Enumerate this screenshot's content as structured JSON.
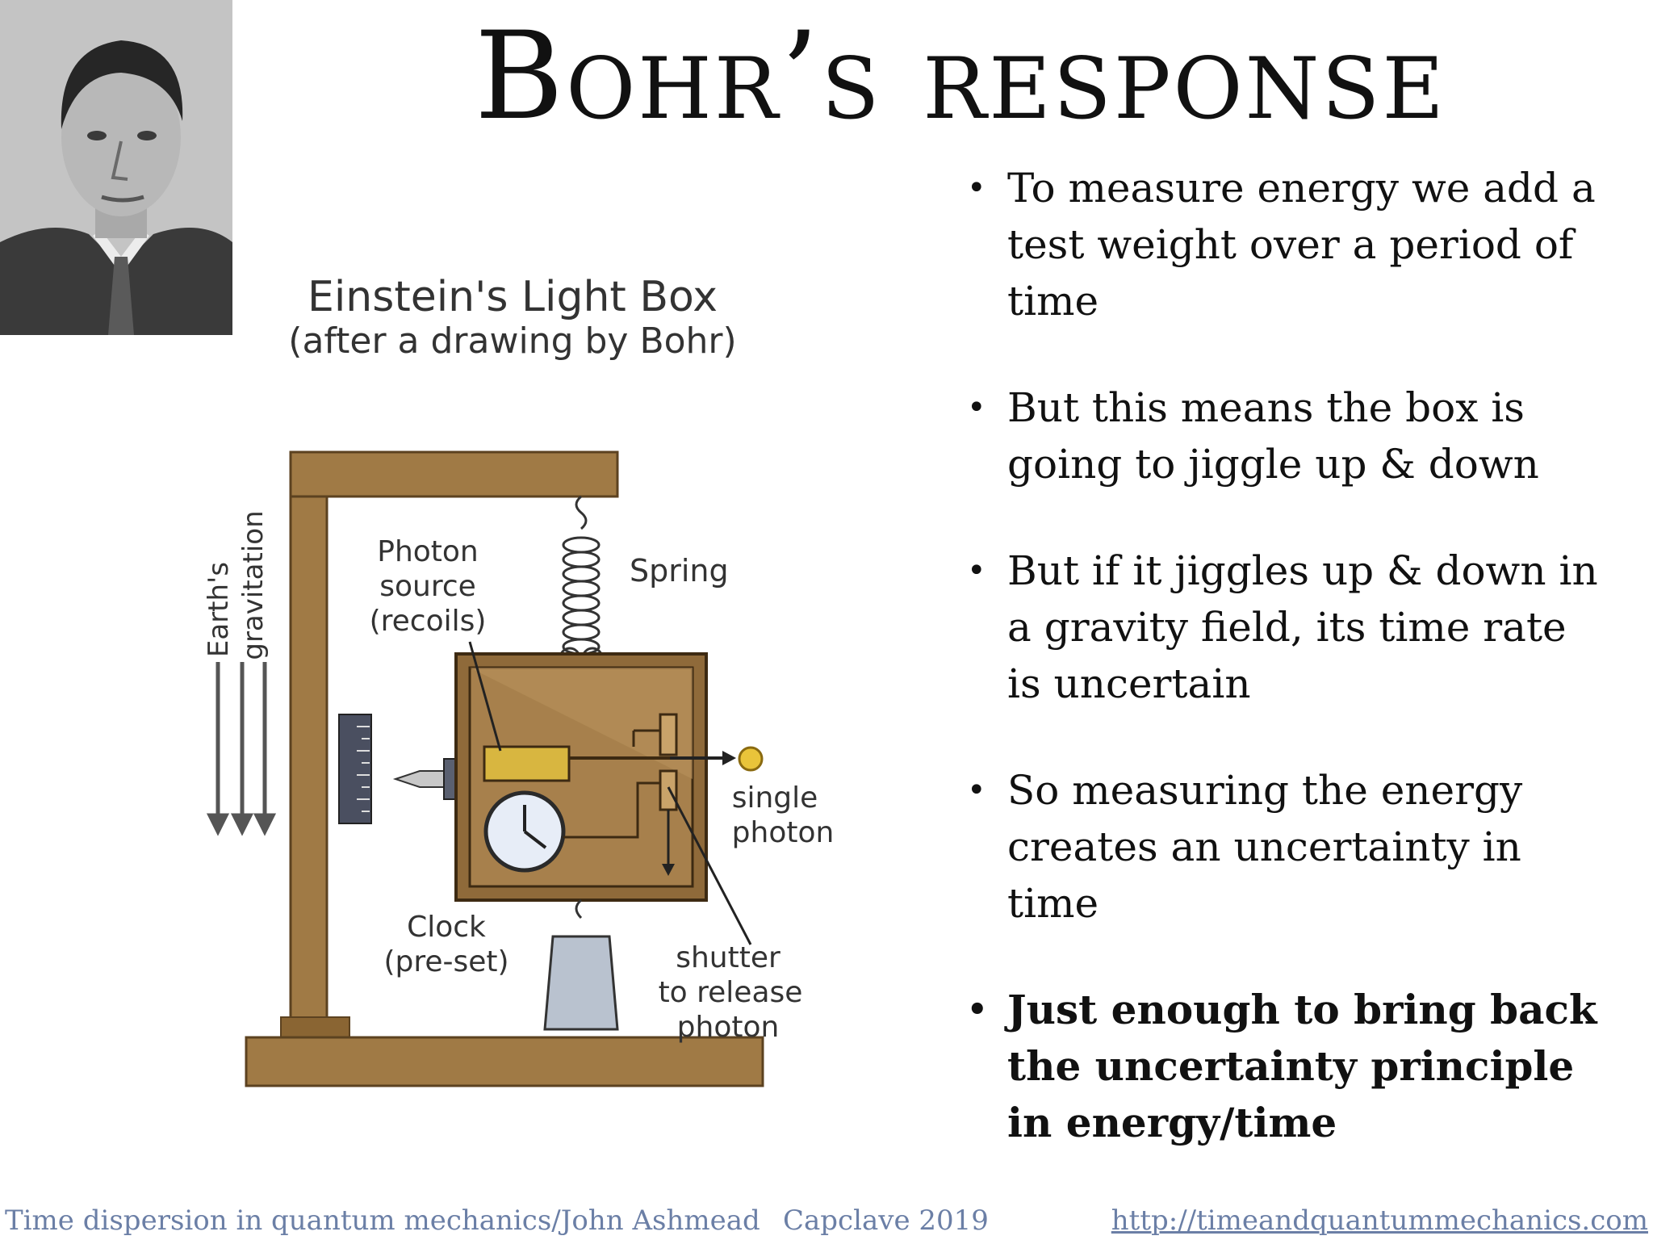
{
  "slide": {
    "title": "Bohr’s response",
    "bullets": [
      {
        "text": "To measure energy we add a test weight over a period of time",
        "bold": false
      },
      {
        "text": "But this means the box is going to jiggle up & down",
        "bold": false
      },
      {
        "text": "But if it jiggles up & down in a gravity field, its time rate is uncertain",
        "bold": false
      },
      {
        "text": "So measuring the energy creates an uncertainty in time",
        "bold": false
      },
      {
        "text": "Just enough to bring back the uncertainty principle in energy/time",
        "bold": true
      }
    ]
  },
  "diagram": {
    "title": "Einstein's Light Box",
    "subtitle": "(after a drawing by Bohr)",
    "gravity_line1": "Earth's",
    "gravity_line2": "gravitation",
    "photon_source": [
      "Photon",
      "source",
      "(recoils)"
    ],
    "spring": "Spring",
    "single_photon": [
      "single",
      "photon"
    ],
    "clock": [
      "Clock",
      "(pre-set)"
    ],
    "shutter": [
      "shutter",
      "to release",
      "photon"
    ]
  },
  "footer": {
    "left": "Time dispersion in quantum mechanics/John Ashmead",
    "middle": "Capclave 2019",
    "link": "http://timeandquantummechanics.com"
  },
  "colors": {
    "frame_wood": "#a07a45",
    "box_brown": "#8f6a3a",
    "photon_yellow": "#e9c43a",
    "footer_text": "#6b7fa6"
  }
}
